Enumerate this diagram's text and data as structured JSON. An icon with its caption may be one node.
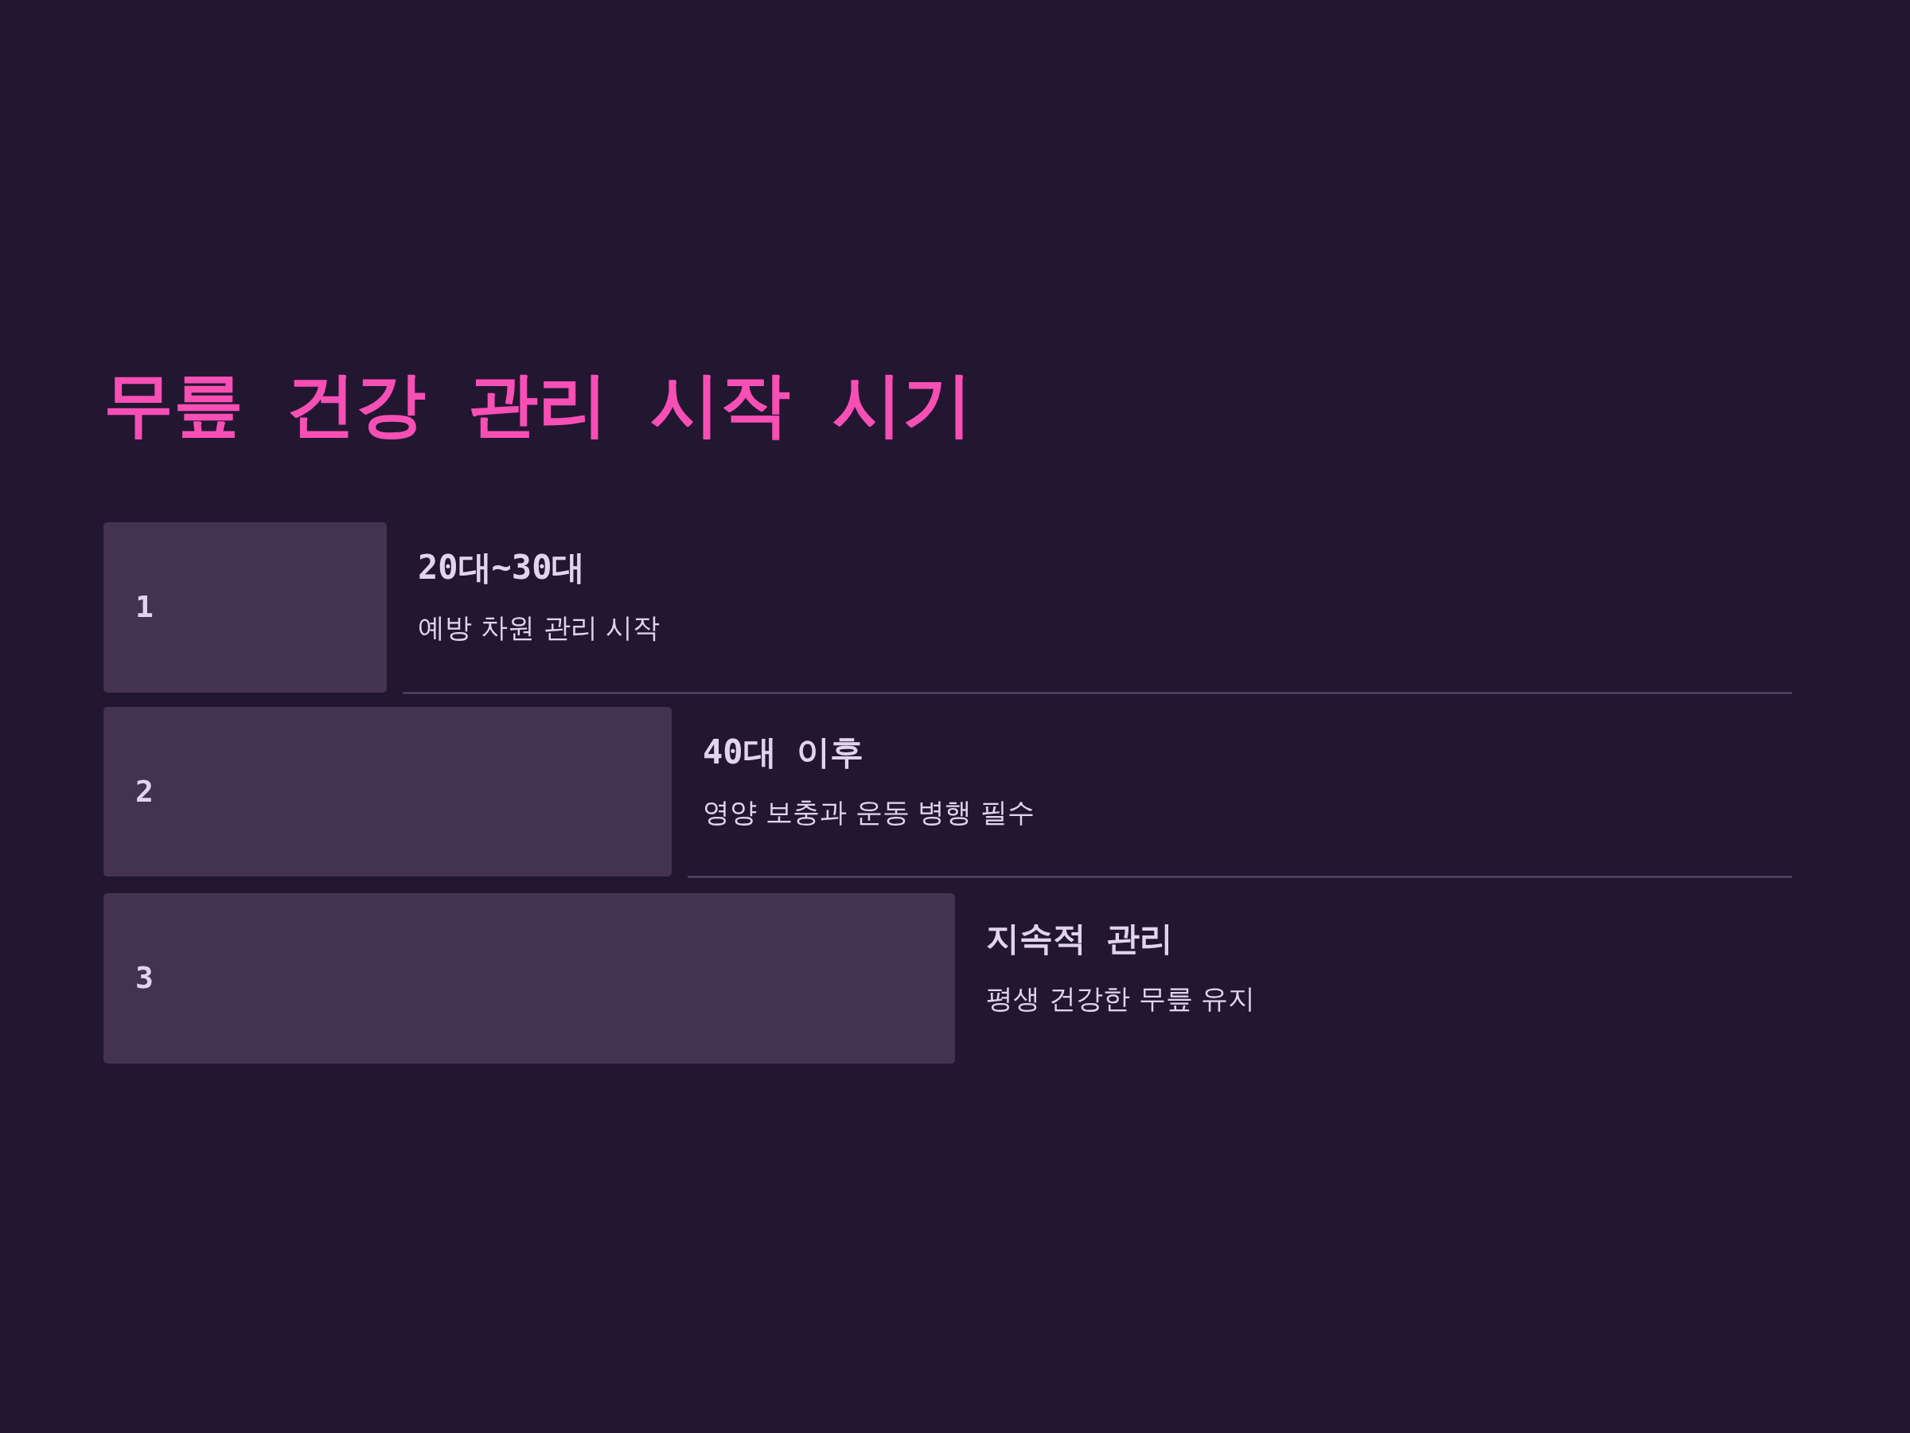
{
  "diagram": {
    "title": "무릎 건강 관리 시작 시기",
    "nodes": [
      {
        "text": [
          "1"
        ],
        "beside": [
          "20대~30대",
          "예방 차원 관리 시작"
        ]
      },
      {
        "text": [
          "2"
        ],
        "beside": [
          "40대 이후",
          "영양 보충과 운동 병행 필수"
        ]
      },
      {
        "text": [
          "3"
        ],
        "beside": [
          "지속적 관리",
          "평생 건강한 무릎 유지"
        ]
      }
    ]
  }
}
